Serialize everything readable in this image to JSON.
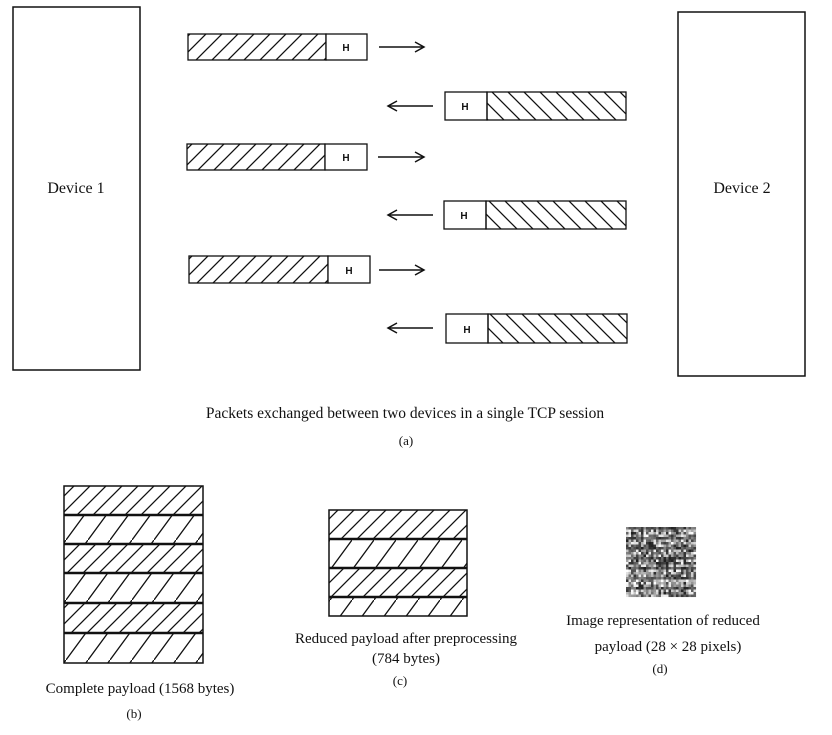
{
  "devices": {
    "left": "Device 1",
    "right": "Device 2"
  },
  "packets": [
    {
      "direction": "right",
      "header": "H"
    },
    {
      "direction": "left",
      "header": "H"
    },
    {
      "direction": "right",
      "header": "H"
    },
    {
      "direction": "left",
      "header": "H"
    },
    {
      "direction": "right",
      "header": "H"
    },
    {
      "direction": "left",
      "header": "H"
    }
  ],
  "captions": {
    "a_title": "Packets exchanged between two devices in a single TCP session",
    "a_label": "(a)",
    "b_title": "Complete payload (1568 bytes)",
    "b_label": "(b)",
    "c_title_line1": "Reduced payload after preprocessing",
    "c_title_line2": "(784 bytes)",
    "c_label": "(c)",
    "d_title_line1": "Image representation of reduced",
    "d_title_line2": "payload (28 × 28 pixels)",
    "d_label": "(d)"
  },
  "colors": {
    "stroke": "#111111",
    "background": "#ffffff"
  }
}
